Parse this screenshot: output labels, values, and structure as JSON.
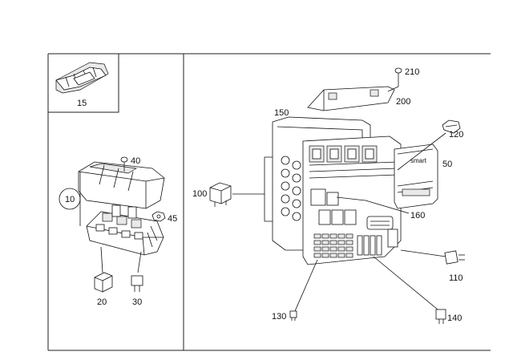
{
  "callouts": {
    "c15": "15",
    "c10": "10",
    "c40": "40",
    "c45": "45",
    "c20": "20",
    "c30": "30",
    "c100": "100",
    "c150": "150",
    "c200": "200",
    "c210": "210",
    "c120": "120",
    "c50": "50",
    "c160": "160",
    "c110": "110",
    "c130": "130",
    "c140": "140"
  },
  "branding": {
    "logo_text": "smart"
  }
}
